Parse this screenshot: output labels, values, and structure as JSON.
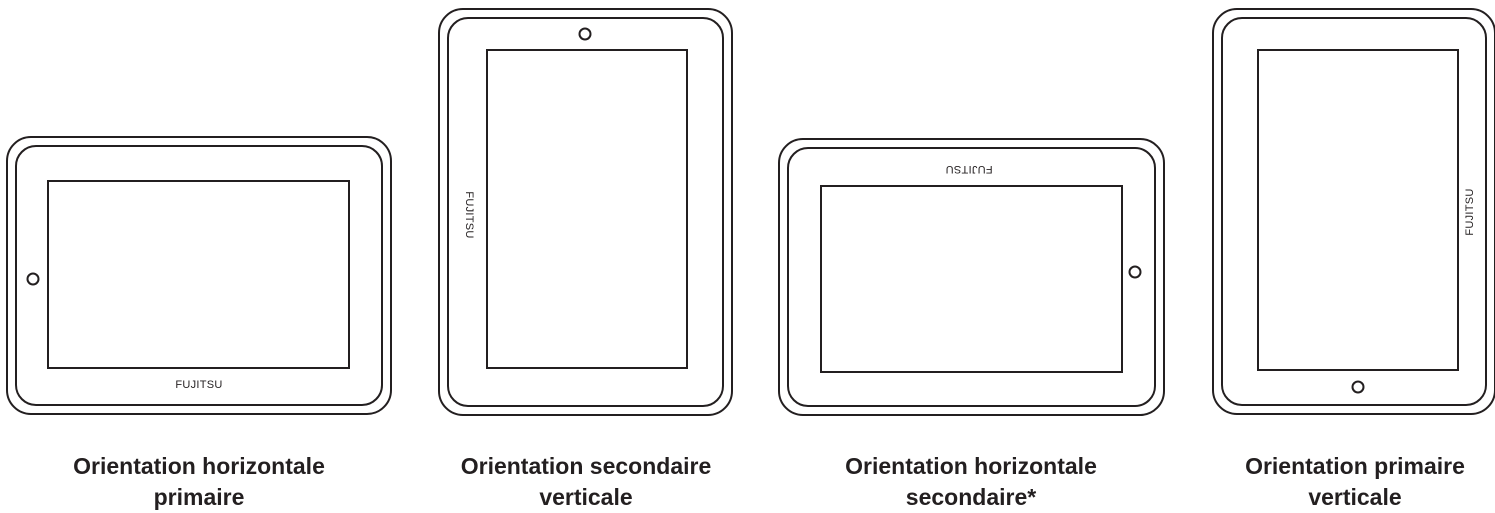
{
  "brand": "FUJITSU",
  "colors": {
    "line": "#231f20",
    "background": "#ffffff"
  },
  "tablets": [
    {
      "id": "horizontal-primary",
      "caption_line1": "Orientation horizontale",
      "caption_line2": "primaire"
    },
    {
      "id": "vertical-secondary",
      "caption_line1": "Orientation secondaire",
      "caption_line2": "verticale"
    },
    {
      "id": "horizontal-secondary",
      "caption_line1": "Orientation horizontale",
      "caption_line2": "secondaire*"
    },
    {
      "id": "vertical-primary",
      "caption_line1": "Orientation primaire",
      "caption_line2": "verticale"
    }
  ]
}
